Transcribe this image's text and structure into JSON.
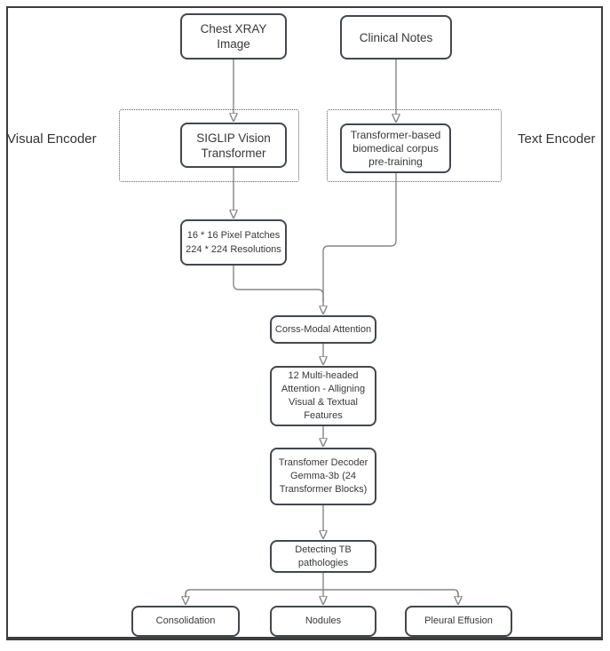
{
  "nodes": {
    "chest_xray": "Chest XRAY\nImage",
    "clinical_notes": "Clinical Notes",
    "siglip": "SIGLIP Vision\nTransformer",
    "text_encoder_box": "Transformer-based\nbiomedical corpus\npre-training",
    "pixel_patches": "16 * 16 Pixel Patches\n224 * 224 Resolutions",
    "cross_modal": "Corss-Modal Attention",
    "multi_headed": "12 Multi-headed\nAttention - Alligning\nVisual & Textual\nFeatures",
    "decoder": "Transfomer Decoder\nGemma-3b (24\nTransformer Blocks)",
    "detecting": "Detecting TB\npathologies",
    "consolidation": "Consolidation",
    "nodules": "Nodules",
    "pleural_effusion": "Pleural Effusion"
  },
  "group_labels": {
    "visual_encoder": "Visual Encoder",
    "text_encoder": "Text Encoder"
  },
  "colors": {
    "frame_border": "#3d3d3d",
    "box_border": "#43474d",
    "dashed_border": "#5f5f5f",
    "connector": "#868686",
    "arrowhead": "#30353b",
    "text": "#383838",
    "background": "#ffffff"
  }
}
